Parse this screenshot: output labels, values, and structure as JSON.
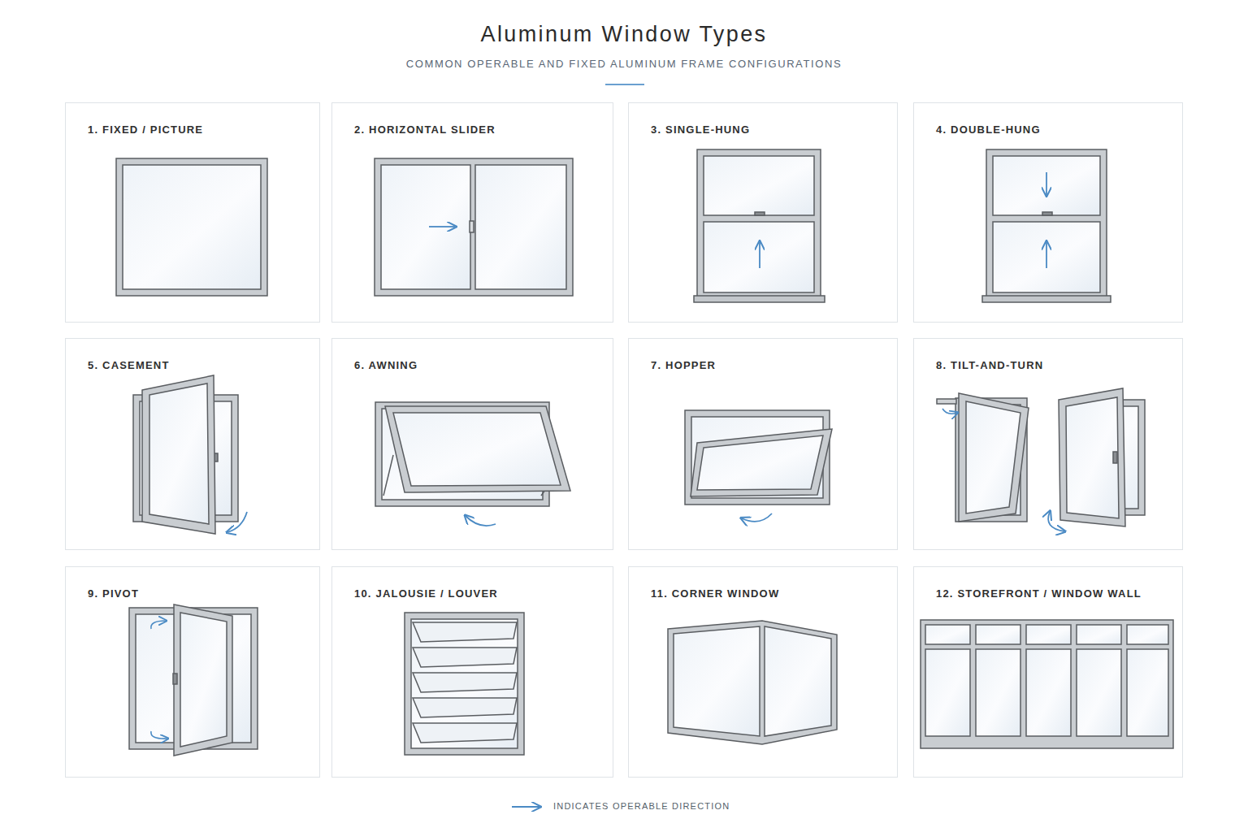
{
  "diagram": {
    "title": "Aluminum Window Types",
    "nodes": [
      {
        "text": [
          "1. FIXED / PICTURE"
        ]
      },
      {
        "text": [
          "2. HORIZONTAL SLIDER"
        ]
      },
      {
        "text": [
          "3. SINGLE-HUNG"
        ]
      },
      {
        "text": [
          "4. DOUBLE-HUNG"
        ]
      },
      {
        "text": [
          "5. CASEMENT"
        ]
      },
      {
        "text": [
          "6. AWNING"
        ]
      },
      {
        "text": [
          "7. HOPPER"
        ]
      },
      {
        "text": [
          "8. TILT-AND-TURN"
        ]
      },
      {
        "text": [
          "9. PIVOT"
        ]
      },
      {
        "text": [
          "10. JALOUSIE / LOUVER"
        ]
      },
      {
        "text": [
          "11. CORNER WINDOW"
        ]
      },
      {
        "text": [
          "12. STOREFRONT / WINDOW WALL"
        ]
      }
    ],
    "labels": [
      "COMMON OPERABLE AND FIXED ALUMINUM FRAME CONFIGURATIONS"
    ],
    "legend": [
      {
        "text": "INDICATES OPERABLE DIRECTION"
      }
    ]
  }
}
